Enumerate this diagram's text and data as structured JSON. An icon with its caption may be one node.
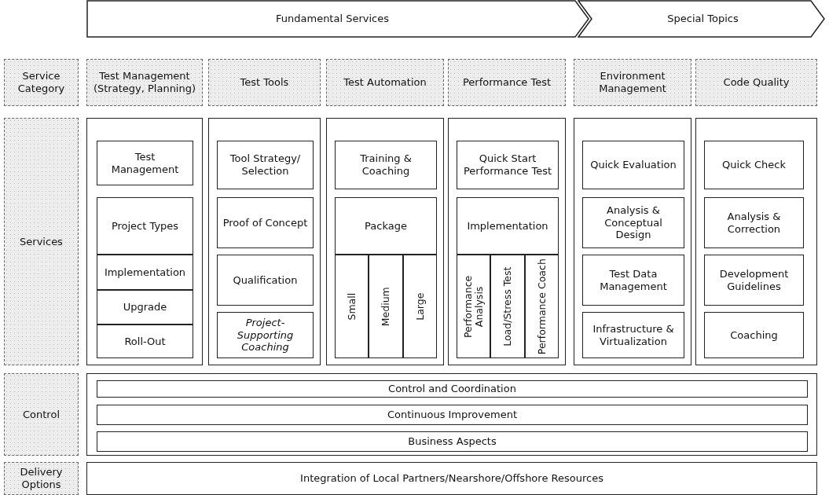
{
  "diagram": {
    "nodes": [
      {
        "text": [
          "Fundamental Services"
        ]
      },
      {
        "text": [
          "Special Topics"
        ]
      },
      {
        "text": [
          "Service Category"
        ]
      },
      {
        "text": [
          "Test Management (Strategy, Planning)"
        ]
      },
      {
        "text": [
          "Test Tools"
        ]
      },
      {
        "text": [
          "Test Automation"
        ]
      },
      {
        "text": [
          "Performance Test"
        ]
      },
      {
        "text": [
          "Environment Management"
        ]
      },
      {
        "text": [
          "Code Quality"
        ]
      },
      {
        "text": [
          "Services"
        ]
      },
      {
        "text": [],
        "shape": "box"
      },
      {
        "text": [
          "Test Management"
        ],
        "in": 10
      },
      {
        "text": [
          "Project Types"
        ],
        "in": 10
      },
      {
        "text": [
          "Implementation"
        ],
        "in": 10
      },
      {
        "text": [
          "Upgrade"
        ],
        "in": 10
      },
      {
        "text": [
          "Roll-Out"
        ],
        "in": 10
      },
      {
        "text": [],
        "shape": "box"
      },
      {
        "text": [
          "Tool Strategy/ Selection"
        ],
        "in": 16
      },
      {
        "text": [
          "Proof of Concept"
        ],
        "in": 16
      },
      {
        "text": [
          "Qualification"
        ],
        "in": 16
      },
      {
        "text": [
          "Project-Supporting Coaching"
        ],
        "in": 16
      },
      {
        "text": [],
        "shape": "box"
      },
      {
        "text": [
          "Training & Coaching"
        ],
        "in": 21
      },
      {
        "text": [
          "Package"
        ],
        "in": 21
      },
      {
        "text": [
          "Small"
        ],
        "in": 21
      },
      {
        "text": [
          "Medium"
        ],
        "in": 21
      },
      {
        "text": [
          "Large"
        ],
        "in": 21
      },
      {
        "text": [],
        "shape": "box"
      },
      {
        "text": [
          "Quick Start Performance Test"
        ],
        "in": 27
      },
      {
        "text": [
          "Implementation"
        ],
        "in": 27
      },
      {
        "text": [
          "Performance Analysis"
        ],
        "in": 27
      },
      {
        "text": [
          "Load/Stress Test"
        ],
        "in": 27
      },
      {
        "text": [
          "Performance Coach"
        ],
        "in": 27
      },
      {
        "text": [],
        "shape": "box"
      },
      {
        "text": [
          "Quick Evaluation"
        ],
        "in": 33
      },
      {
        "text": [
          "Analysis & Conceptual Design"
        ],
        "in": 33
      },
      {
        "text": [
          "Test Data Management"
        ],
        "in": 33
      },
      {
        "text": [
          "Infrastructure & Virtualization"
        ],
        "in": 33
      },
      {
        "text": [],
        "shape": "box"
      },
      {
        "text": [
          "Quick Check"
        ],
        "in": 38
      },
      {
        "text": [
          "Analysis & Correction"
        ],
        "in": 38
      },
      {
        "text": [
          "Development Guidelines"
        ],
        "in": 38
      },
      {
        "text": [
          "Coaching"
        ],
        "in": 38
      },
      {
        "text": [
          "Control"
        ]
      },
      {
        "text": [],
        "shape": "box"
      },
      {
        "text": [
          "Control and Coordination"
        ],
        "in": 44
      },
      {
        "text": [
          "Continuous Improvement"
        ],
        "in": 44
      },
      {
        "text": [
          "Business Aspects"
        ],
        "in": 44
      },
      {
        "text": [
          "Delivery Options"
        ]
      },
      {
        "text": [
          "Integration of Local Partners/Nearshore/Offshore Resources"
        ]
      }
    ]
  }
}
